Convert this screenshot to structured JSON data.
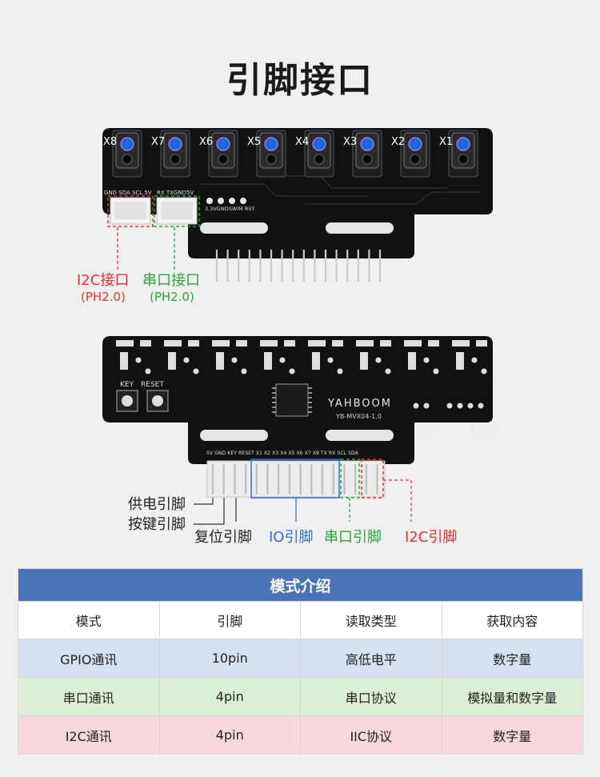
{
  "title": "引脚接口",
  "top_board": {
    "sensor_labels": [
      "X8",
      "X7",
      "X6",
      "X5",
      "X4",
      "X3",
      "X2",
      "X1"
    ],
    "header_i2c_silk": "GND SDA SCL 5V",
    "header_uart_silk": "RX TXGND5V",
    "pad_silk": "3.3VGNDSWIM RST",
    "callouts": {
      "i2c_label": "I2C接口",
      "i2c_sub": "(PH2.0)",
      "uart_label": "串口接口",
      "uart_sub": "(PH2.0)"
    }
  },
  "bottom_board": {
    "key_silk": "KEY",
    "reset_silk": "RESET",
    "brand": "YAHBOOM",
    "model": "YB-MVX04-1.0",
    "pin_silk": "5V GND KEY RESET X1 X2 X3 X4 X5 X6 X7 X8 TX RX SCL SDA",
    "callouts": {
      "power": "供电引脚",
      "key": "按键引脚",
      "reset": "复位引脚",
      "io": "IO引脚",
      "uart": "串口引脚",
      "i2c": "I2C引脚"
    }
  },
  "colors": {
    "i2c": "#e8332d",
    "uart": "#2aa53a",
    "io": "#2f6fd1",
    "header_bar": "#4a73b8"
  },
  "table": {
    "title": "模式介绍",
    "headers": [
      "模式",
      "引脚",
      "读取类型",
      "获取内容"
    ],
    "rows": [
      [
        "GPIO通讯",
        "10pin",
        "高低电平",
        "数字量"
      ],
      [
        "串口通讯",
        "4pin",
        "串口协议",
        "模拟量和数字量"
      ],
      [
        "I2C通讯",
        "4pin",
        "IIC协议",
        "数字量"
      ]
    ]
  }
}
